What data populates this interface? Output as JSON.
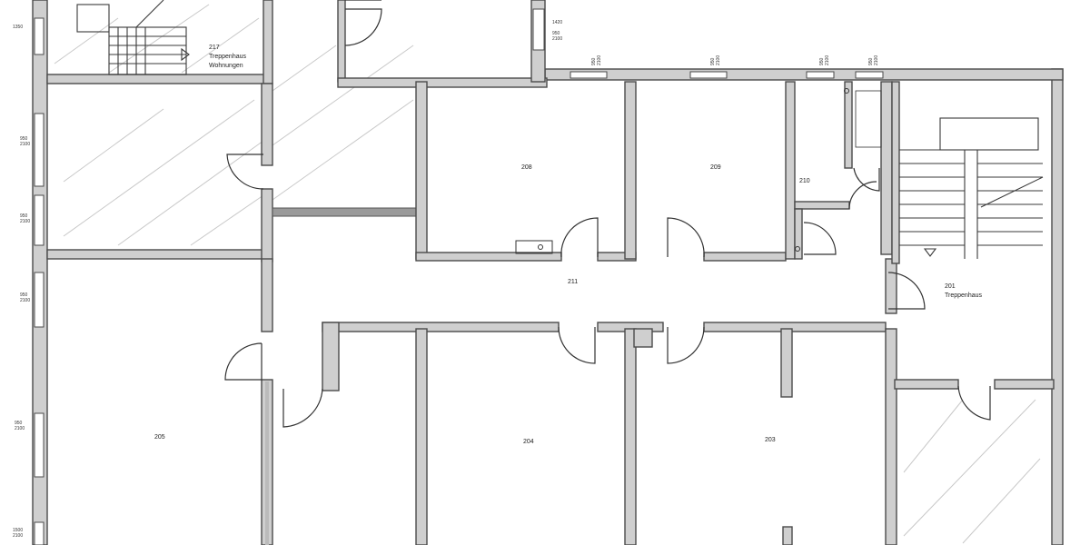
{
  "rooms": {
    "r217": {
      "number": "217",
      "line1": "Treppenhaus",
      "line2": "Wohnungen"
    },
    "r208": {
      "number": "208"
    },
    "r209": {
      "number": "209"
    },
    "r210": {
      "number": "210"
    },
    "r211": {
      "number": "211"
    },
    "r201": {
      "number": "201",
      "line1": "Treppenhaus"
    },
    "r205": {
      "number": "205"
    },
    "r204": {
      "number": "204"
    },
    "r203": {
      "number": "203"
    }
  },
  "windows": {
    "w1": "1350",
    "w2a": "950",
    "w2b": "2100",
    "w3a": "950",
    "w3b": "2100",
    "w4a": "950",
    "w4b": "2100",
    "w5a": "950",
    "w5b": "2100",
    "w6a": "1500",
    "w6b": "2100",
    "top1": "1420",
    "top2a": "950",
    "top2b": "2100",
    "top3a": "950",
    "top3b": "2100",
    "top4a": "950",
    "top4b": "2100",
    "top5a": "950",
    "top5b": "2100",
    "top6a": "950",
    "top6b": "2100"
  },
  "colors": {
    "wall_fill": "#cfcfcf",
    "wall_stroke": "#4a4a4a",
    "hatch": "#c8c8c8",
    "corridor_bar": "#9a9a9a"
  }
}
